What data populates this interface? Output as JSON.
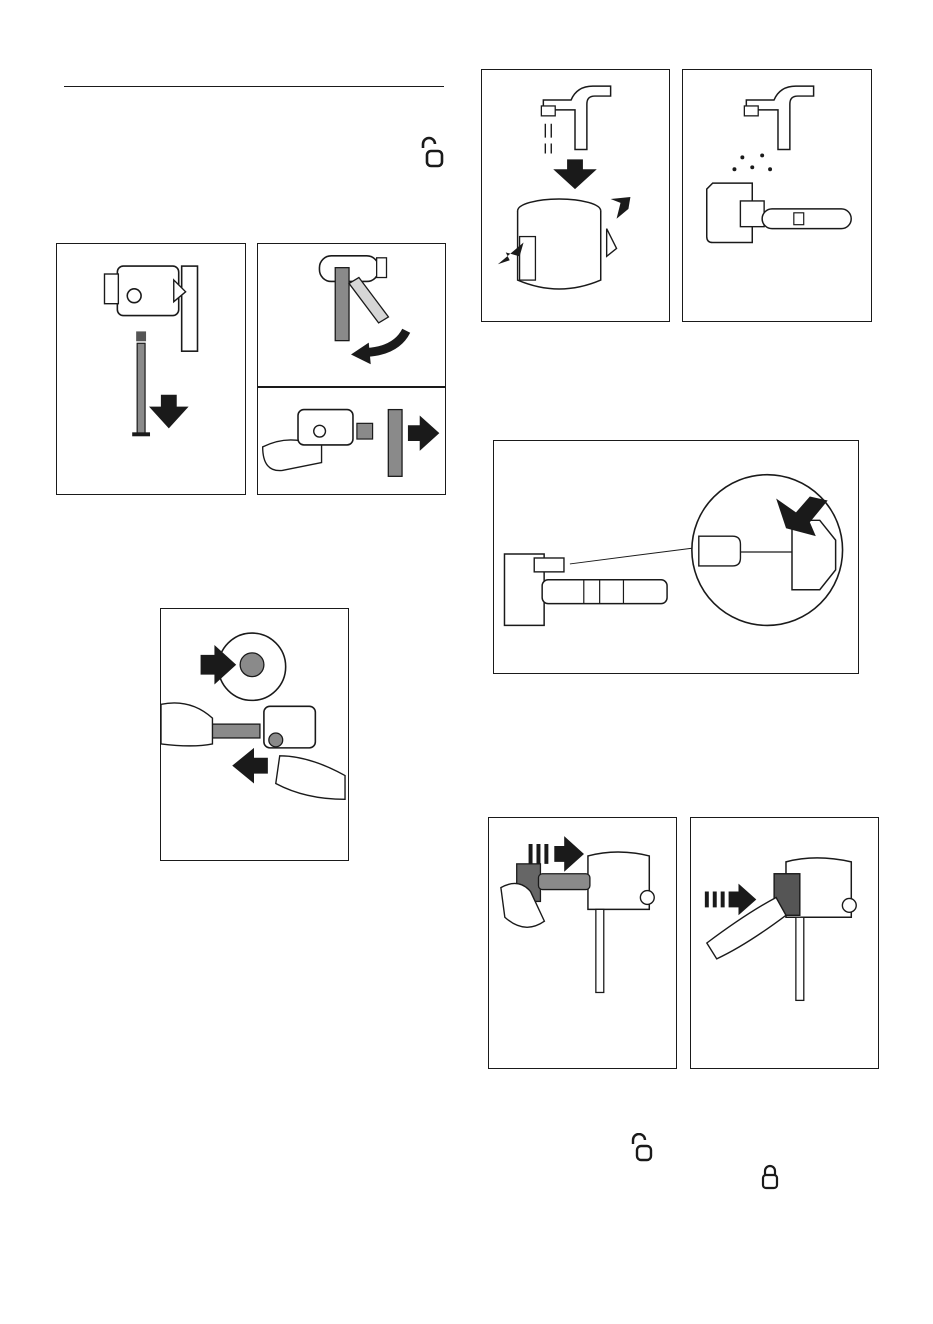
{
  "page": {
    "top_rule": "section-divider",
    "icons": [
      {
        "name": "unlock-icon",
        "meaning": "unlocked"
      },
      {
        "name": "unlock-icon",
        "meaning": "unlocked"
      },
      {
        "name": "lock-icon",
        "meaning": "locked"
      }
    ]
  },
  "figures": [
    {
      "id": "remove-tube-and-filter",
      "icon": "arrow-down-icon"
    },
    {
      "id": "rotate-cover",
      "icon": "curved-arrow-icon"
    },
    {
      "id": "pull-out-pin",
      "icon": "arrow-right-icon"
    },
    {
      "id": "press-release-button",
      "icon": "arrow-left-icon"
    },
    {
      "id": "rinse-brew-unit",
      "icon": "water-tap-icon"
    },
    {
      "id": "rinse-piston",
      "icon": "water-tap-icon"
    },
    {
      "id": "lubricate-piston-detail",
      "icon": "arrow-diagonal-icon"
    },
    {
      "id": "reinsert-piston",
      "icon": "arrow-right-dashed-icon"
    },
    {
      "id": "push-cover-back",
      "icon": "arrow-right-dashed-icon"
    }
  ]
}
